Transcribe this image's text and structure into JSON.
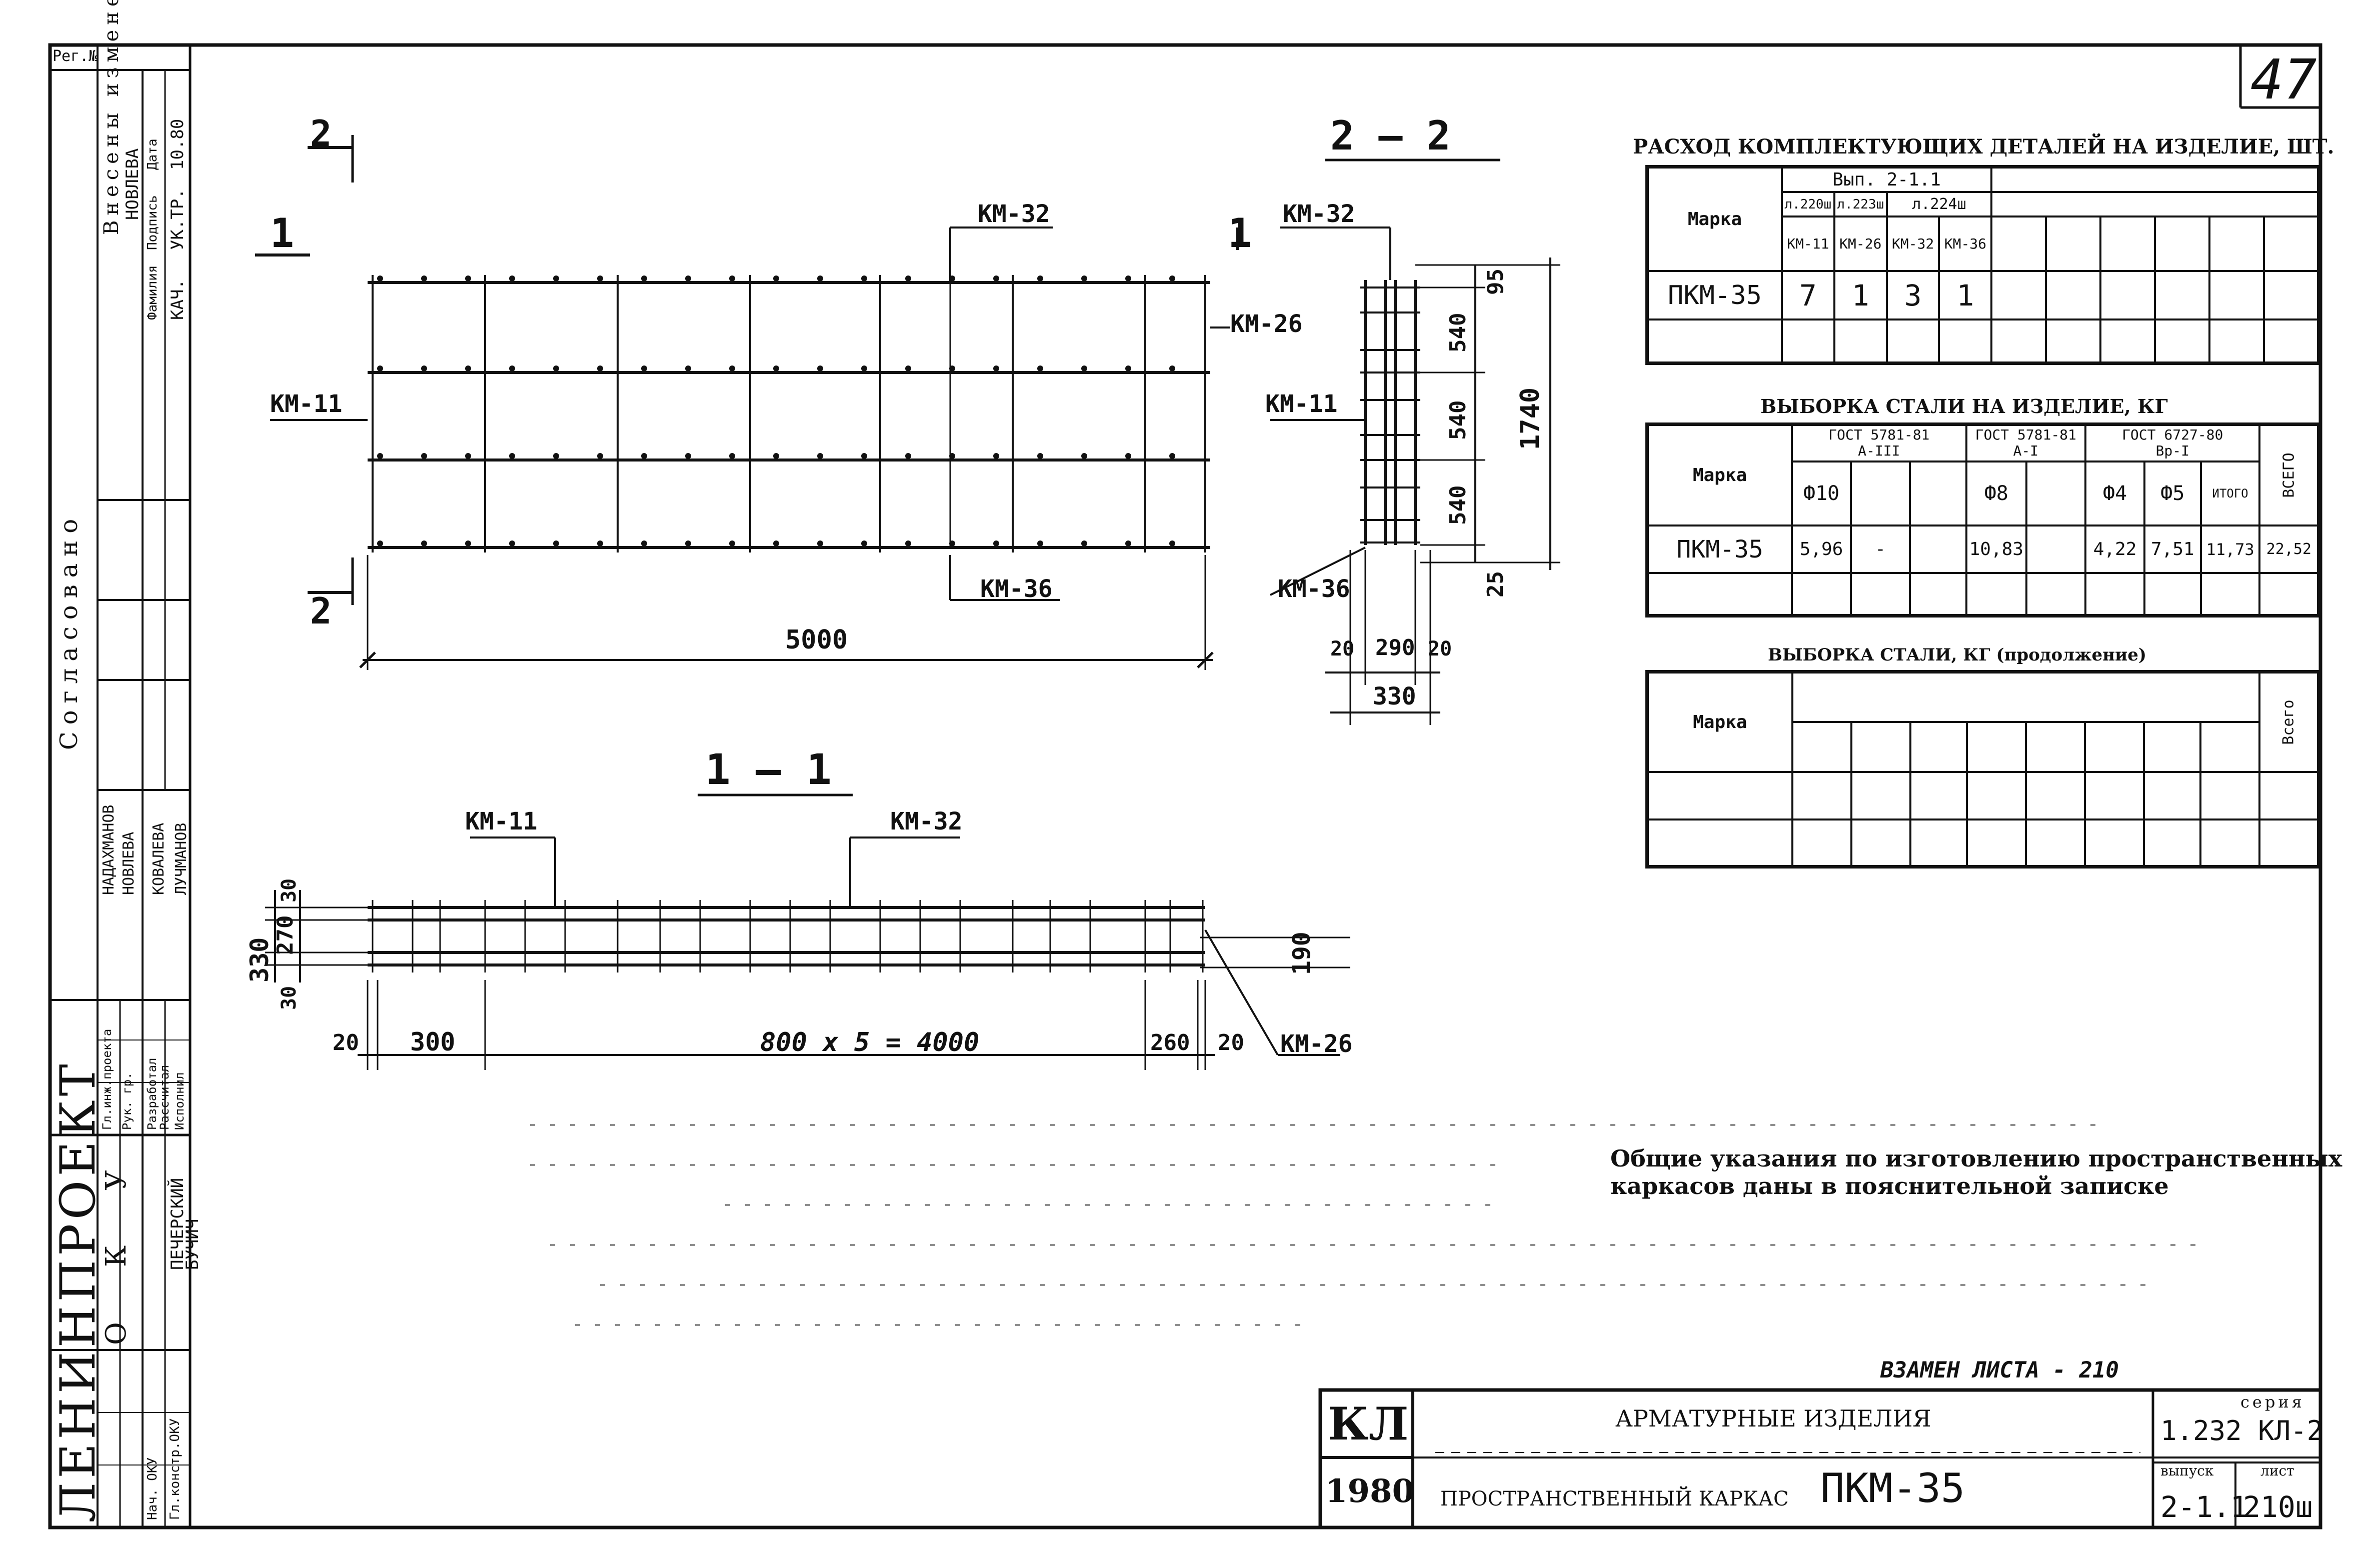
{
  "sheet_number": "47",
  "stamps": {
    "reg_no": "Рег.№",
    "approved_vertical": "Согласовано",
    "changes_header": "Внесены изменения",
    "changes_cols": [
      "Дата",
      "Подпись",
      "Фамилия"
    ],
    "changes_vals": [
      "10.80",
      "УК.ТР.",
      "КАЧ."
    ],
    "changes_name": "НОВЛЕВА",
    "org": "ЛЕНИНПРОЕКТ",
    "okv": "ОКУ",
    "roles": [
      "Нач. ОКУ",
      "Гл.констр.ОКУ",
      "Гл.инж.проекта",
      "Рук. гр.",
      "Разработал",
      "Рассчитал",
      "Исполнил"
    ],
    "names": [
      "ПЕЧЕРСКИЙ",
      "БУЧИЧ",
      "НАДАХМАНОВ",
      "НОВЛЕВА",
      "КОВАЛЕВА",
      "ЛУЧМАНОВ"
    ]
  },
  "plan_view": {
    "section_1": "1",
    "section_2": "2",
    "labels": {
      "km11": "КМ-11",
      "km32": "КМ-32",
      "km26": "КМ-26",
      "km36": "КМ-36"
    },
    "length_dim": "5000"
  },
  "section_2_2": {
    "title": "2 — 2",
    "marker": "1",
    "labels": {
      "km32": "КМ-32",
      "km11": "КМ-11",
      "km36": "КМ-36"
    },
    "dims_v": [
      "95",
      "540",
      "540",
      "540",
      "25"
    ],
    "total_h": "1740",
    "dims_h": [
      "20",
      "290",
      "20"
    ],
    "total_w": "330"
  },
  "section_1_1": {
    "title": "1 — 1",
    "labels": {
      "km11": "КМ-11",
      "km32": "КМ-32",
      "km26": "КМ-26"
    },
    "dims_v": [
      "330",
      "270",
      "30",
      "30"
    ],
    "dim_right": "190",
    "dims_h": [
      "20",
      "300",
      "800 x 5 = 4000",
      "260",
      "20"
    ]
  },
  "table1": {
    "title": "РАСХОД КОМПЛЕКТУЮЩИХ ДЕТАЛЕЙ НА ИЗДЕЛИЕ, ШТ.",
    "mark_header": "Марка",
    "group": "Вып. 2-1.1",
    "sheets": [
      "л.220ш",
      "л.223ш",
      "л.224ш"
    ],
    "cols": [
      "КМ-11",
      "КМ-26",
      "КМ-32",
      "КМ-36"
    ],
    "rows": [
      {
        "mark": "ПКМ-35",
        "values": [
          "7",
          "1",
          "3",
          "1"
        ]
      }
    ]
  },
  "table2": {
    "title": "ВЫБОРКА СТАЛИ НА ИЗДЕЛИЕ, КГ",
    "mark_header": "Марка",
    "gost1": "ГОСТ 5781-81",
    "class1": "А-III",
    "gost2": "ГОСТ 5781-81",
    "class2": "А-I",
    "gost3": "ГОСТ 6727-80",
    "class3": "Вр-I",
    "cols": [
      "Ф10",
      "Ф8",
      "Ф4",
      "Ф5",
      "ИТОГО"
    ],
    "total_header": "ВСЕГО",
    "rows": [
      {
        "mark": "ПКМ-35",
        "f10": "5,96",
        "dash": "-",
        "f8": "10,83",
        "f4": "4,22",
        "f5": "7,51",
        "itogo": "11,73",
        "vsego": "22,52"
      }
    ]
  },
  "table3": {
    "title": "ВЫБОРКА СТАЛИ, КГ (продолжение)",
    "mark_header": "Марка",
    "total_header": "Всего"
  },
  "notes": {
    "line1": "Общие указания по изготовлению пространственных",
    "line2": "каркасов даны в пояснительной записке"
  },
  "replaces": "ВЗАМЕН ЛИСТА - 210",
  "title_block": {
    "code": "КЛ",
    "year": "1980",
    "title": "АРМАТУРНЫЕ ИЗДЕЛИЯ",
    "subtitle": "ПРОСТРАНСТВЕННЫЙ КАРКАС",
    "product": "ПКМ-35",
    "series_label": "серия",
    "series": "1.232 КЛ-2",
    "issue_label": "выпуск",
    "issue": "2-1.1",
    "sheet_label": "лист",
    "sheet": "210ш"
  }
}
